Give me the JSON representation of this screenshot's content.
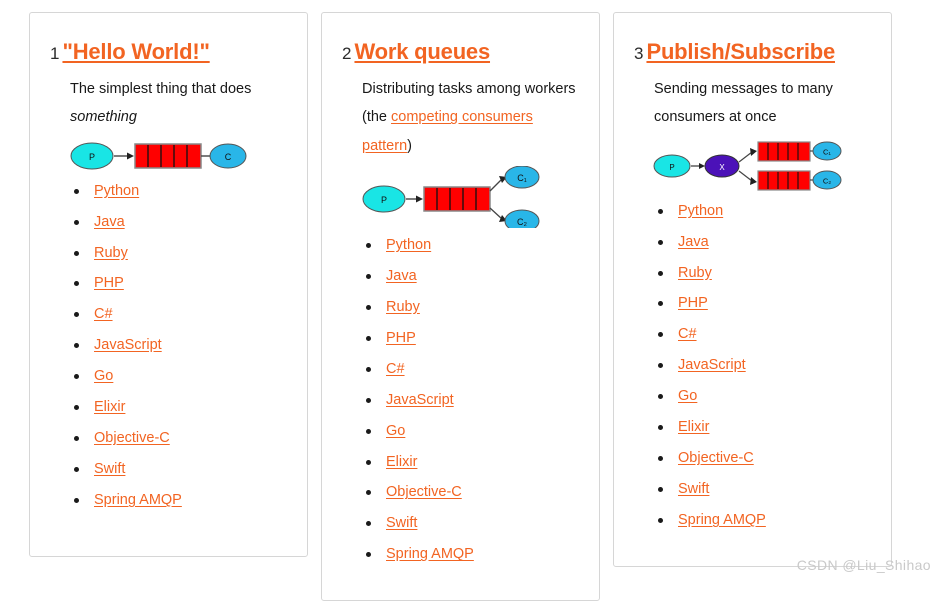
{
  "page": {
    "watermark": "CSDN @Liu_Shihao",
    "accent_color": "#f26422",
    "text_color": "#1a1a1a",
    "border_color": "#d6d6d6",
    "background": "#ffffff"
  },
  "diagram_colors": {
    "producer": "#19e5e5",
    "consumer": "#29b6e8",
    "exchange": "#4b11b8",
    "queue": "#ff0000",
    "stroke": "#333333"
  },
  "languages": [
    "Python",
    "Java",
    "Ruby",
    "PHP",
    "C#",
    "JavaScript",
    "Go",
    "Elixir",
    "Objective-C",
    "Swift",
    "Spring AMQP"
  ],
  "cards": [
    {
      "number": "1",
      "title": "\"Hello World!\"",
      "desc_prefix": "The simplest thing that does ",
      "desc_emphasis": "something",
      "desc_link": "",
      "desc_suffix": "",
      "diagram": {
        "type": "hello-world",
        "producer_label": "P",
        "consumer_labels": [
          "C"
        ],
        "queue_count": 1,
        "queue_cells": 5
      }
    },
    {
      "number": "2",
      "title": "Work queues",
      "desc_prefix": "Distributing tasks among workers (the ",
      "desc_emphasis": "",
      "desc_link": "competing consumers pattern",
      "desc_suffix": ")",
      "diagram": {
        "type": "work-queues",
        "producer_label": "P",
        "consumer_labels": [
          "C₁",
          "C₂"
        ],
        "queue_count": 1,
        "queue_cells": 5
      }
    },
    {
      "number": "3",
      "title": "Publish/Subscribe",
      "desc_prefix": "Sending messages to many consumers at once",
      "desc_emphasis": "",
      "desc_link": "",
      "desc_suffix": "",
      "diagram": {
        "type": "publish-subscribe",
        "producer_label": "P",
        "exchange_label": "X",
        "consumer_labels": [
          "C₁",
          "C₂"
        ],
        "queue_count": 2,
        "queue_cells": 5
      }
    }
  ]
}
